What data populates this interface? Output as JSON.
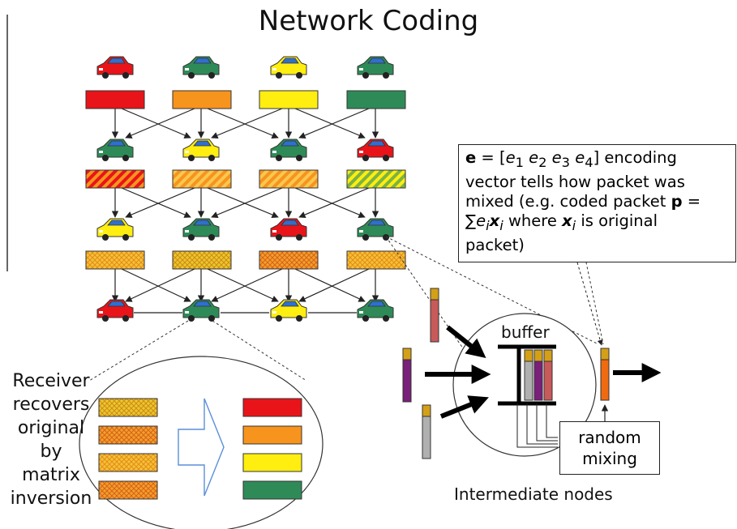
{
  "title": "Network Coding",
  "receiver_text": [
    "Receiver",
    "recovers",
    "original",
    "by",
    "matrix",
    "inversion"
  ],
  "buffer_label": "buffer",
  "mixing_label": [
    "random",
    "mixing"
  ],
  "intermediate_label": "Intermediate nodes",
  "info": {
    "line1_bold": "e",
    "line1_eq": " = [",
    "e1": "e",
    "e1_sub": "1",
    "e2": "e",
    "e2_sub": "2",
    "e3": "e",
    "e3_sub": "3",
    "e4": "e",
    "e4_sub": "4",
    "line1_tail": "] encoding",
    "line2": "vector tells how packet was",
    "line3a": "mixed (e.g. coded packet ",
    "line3_bold": "p",
    "line3b": " =",
    "sum": "∑",
    "ei": "e",
    "ei_sub": "i",
    "xi": "x",
    "xi_sub": "i",
    "line4_mid": " where ",
    "xi2": "x",
    "xi2_sub": "i",
    "line4_tail": " is original",
    "line5": "packet)"
  },
  "colors": {
    "red": "#e8141a",
    "orange": "#f7941d",
    "yellow": "#ffee10",
    "green": "#2e8b57",
    "purple": "#7a1f7a",
    "salmon": "#c85a5a",
    "gray": "#b0b0b0",
    "gold": "#d4a017"
  },
  "car_colors": {
    "row1": [
      "red",
      "green",
      "yellow",
      "green"
    ],
    "row2": [
      "green",
      "yellow",
      "green",
      "red"
    ],
    "row3": [
      "yellow",
      "green",
      "red",
      "green"
    ],
    "row4": [
      "red",
      "green",
      "yellow",
      "green"
    ]
  },
  "packet_colors": {
    "row1": [
      "red",
      "orange",
      "yellow",
      "green"
    ]
  }
}
